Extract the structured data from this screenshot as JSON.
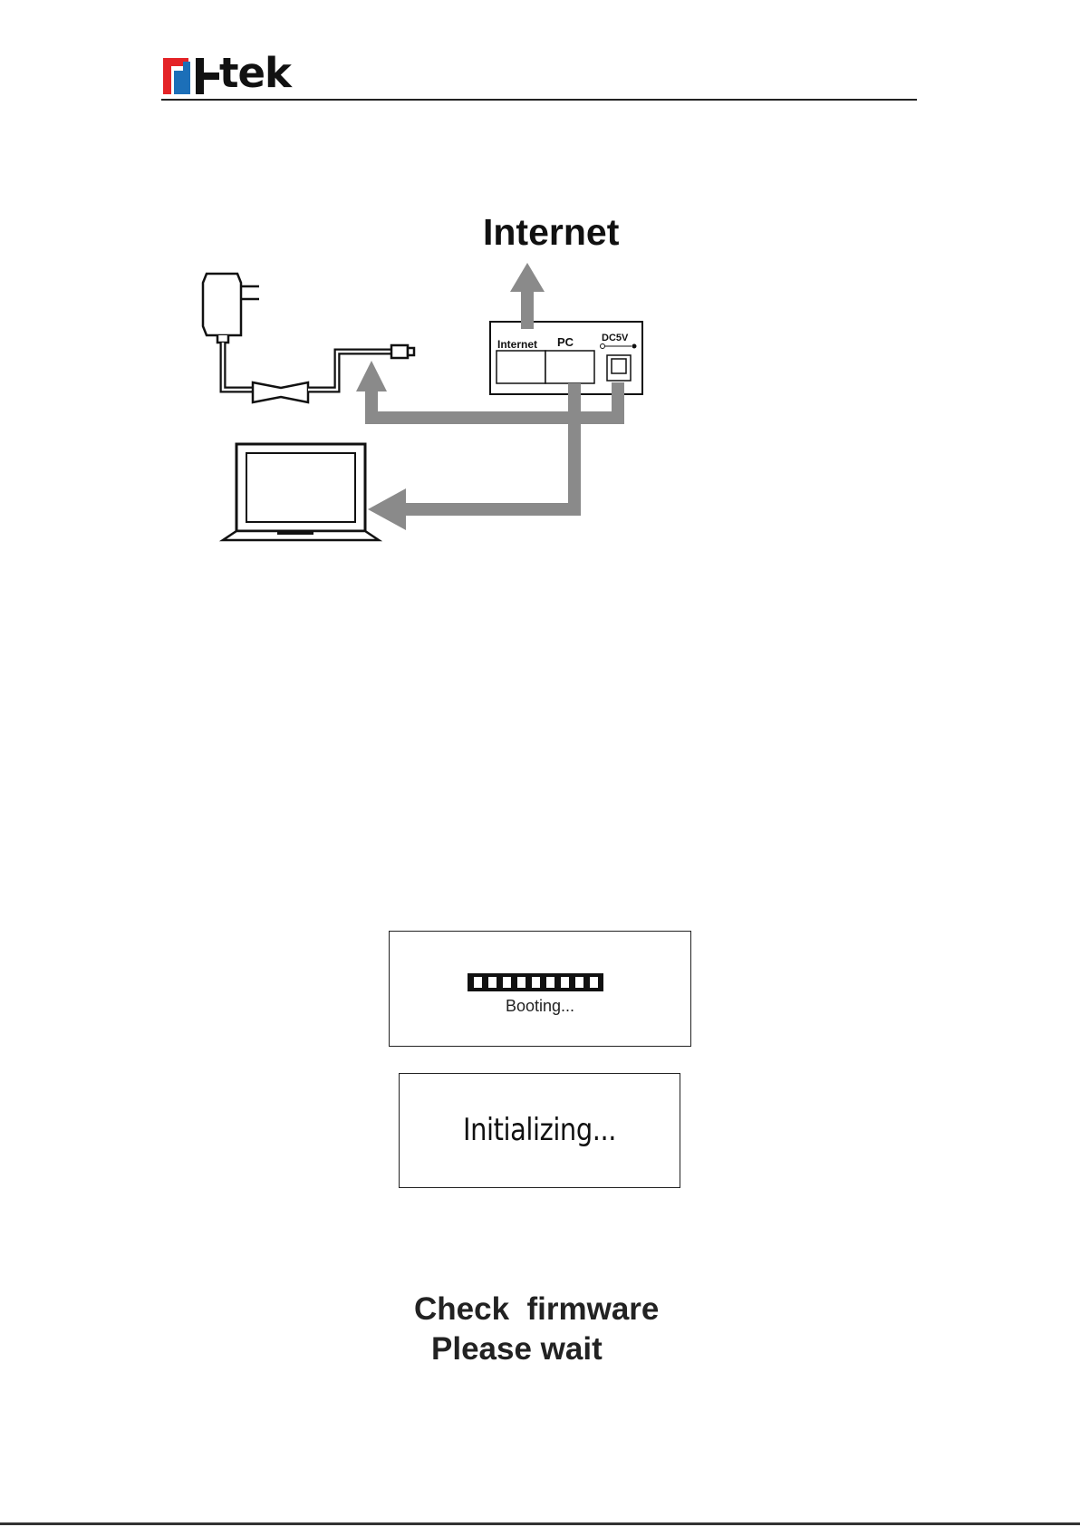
{
  "header": {
    "logo_text": "tek",
    "brand_colors": {
      "red": "#e42327",
      "blue": "#1c6fb8"
    }
  },
  "diagram": {
    "heading": "Internet",
    "ports": {
      "internet": "Internet",
      "pc": "PC",
      "power": "DC5V"
    }
  },
  "screens": {
    "booting": {
      "text": "Booting..."
    },
    "initializing": {
      "text": "Initializing..."
    }
  },
  "messages": {
    "line1": "Check  firmware",
    "line2": "Please wait"
  }
}
